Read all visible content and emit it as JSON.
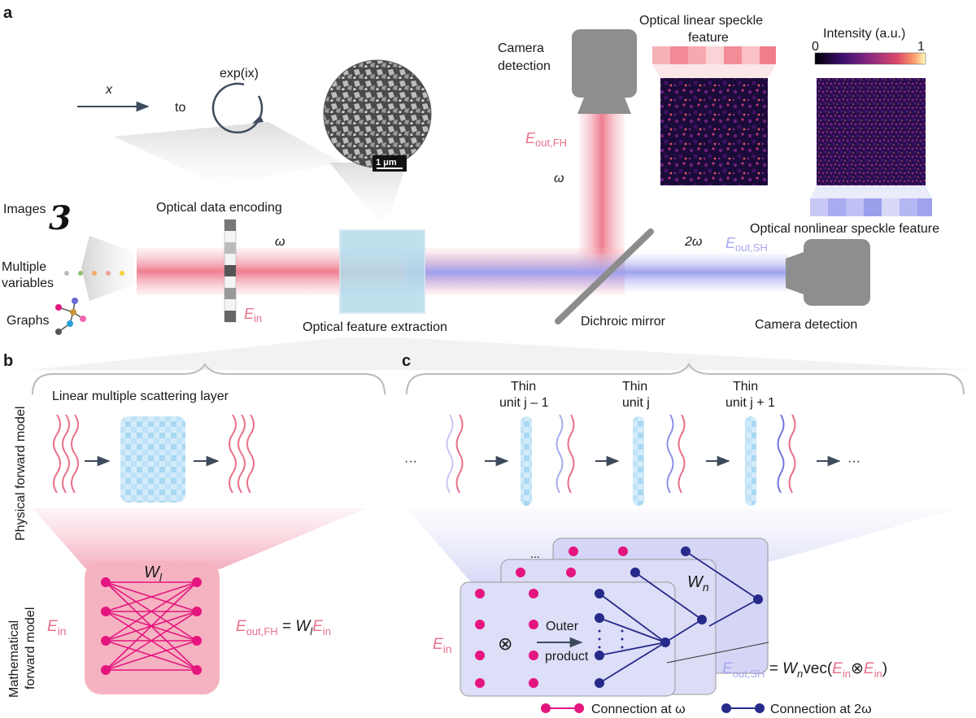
{
  "panel_a": {
    "label": "a",
    "encoding": {
      "x": "x",
      "to": "to",
      "exp": "exp(ix)"
    },
    "inputs": {
      "images": "Images",
      "multiple": "Multiple",
      "variables": "variables",
      "graphs": "Graphs"
    },
    "optical_data_encoding": "Optical data encoding",
    "omega": "ω",
    "two_omega": "2ω",
    "e_in": "E",
    "e_in_sub": "in",
    "e_out_fh": "E",
    "e_out_fh_sub": "out,FH",
    "e_out_sh": "E",
    "e_out_sh_sub": "out,SH",
    "scale_bar": "1 μm",
    "optical_feature_extraction": "Optical feature extraction",
    "camera_detection_top_1": "Camera",
    "camera_detection_top_2": "detection",
    "camera_detection_right": "Camera detection",
    "dichroic_mirror": "Dichroic mirror",
    "linear_speckle_1": "Optical linear speckle",
    "linear_speckle_2": "feature",
    "nonlinear_speckle": "Optical nonlinear speckle feature",
    "intensity_title": "Intensity (a.u.)",
    "intensity_min": "0",
    "intensity_max": "1"
  },
  "panel_b": {
    "label": "b",
    "linear_layer": "Linear multiple scattering layer",
    "w_l": "W",
    "w_l_sub": "l",
    "e_in": "E",
    "e_in_sub": "in",
    "eq_lhs": "E",
    "eq_lhs_sub": "out,FH",
    "eq_eq": " = ",
    "eq_w": "W",
    "eq_w_sub": "l",
    "eq_e": "E",
    "eq_e_sub": "in"
  },
  "panel_c": {
    "label": "c",
    "unit_prev_1": "Thin",
    "unit_prev_2": "unit j – 1",
    "unit_cur_1": "Thin",
    "unit_cur_2": "unit j",
    "unit_next_1": "Thin",
    "unit_next_2": "unit j + 1",
    "ellipsis": "···",
    "w_n": "W",
    "w_n_sub": "n",
    "e_in": "E",
    "e_in_sub": "in",
    "otimes": "⊗",
    "outer_1": "Outer",
    "outer_2": "product",
    "eq_lhs": "E",
    "eq_lhs_sub": "out,SH",
    "eq_mid": " = ",
    "eq_w": "W",
    "eq_w_sub": "n",
    "eq_vec": "vec(",
    "eq_e1": "E",
    "eq_e1_sub": "in",
    "eq_ot": "⊗",
    "eq_e2": "E",
    "eq_e2_sub": "in",
    "eq_close": ")",
    "legend_omega": "Connection at ω",
    "legend_2omega": "Connection at 2ω"
  },
  "side_labels": {
    "physical_1": "Physical forward model",
    "math_1": "Mathematical",
    "math_2": "forward model"
  },
  "colors": {
    "beam_red": "#f08c9a",
    "beam_blue": "#a6a8f0",
    "magenta": "#e5157f",
    "navy": "#262a8a",
    "gray": "#8c8c8c"
  }
}
